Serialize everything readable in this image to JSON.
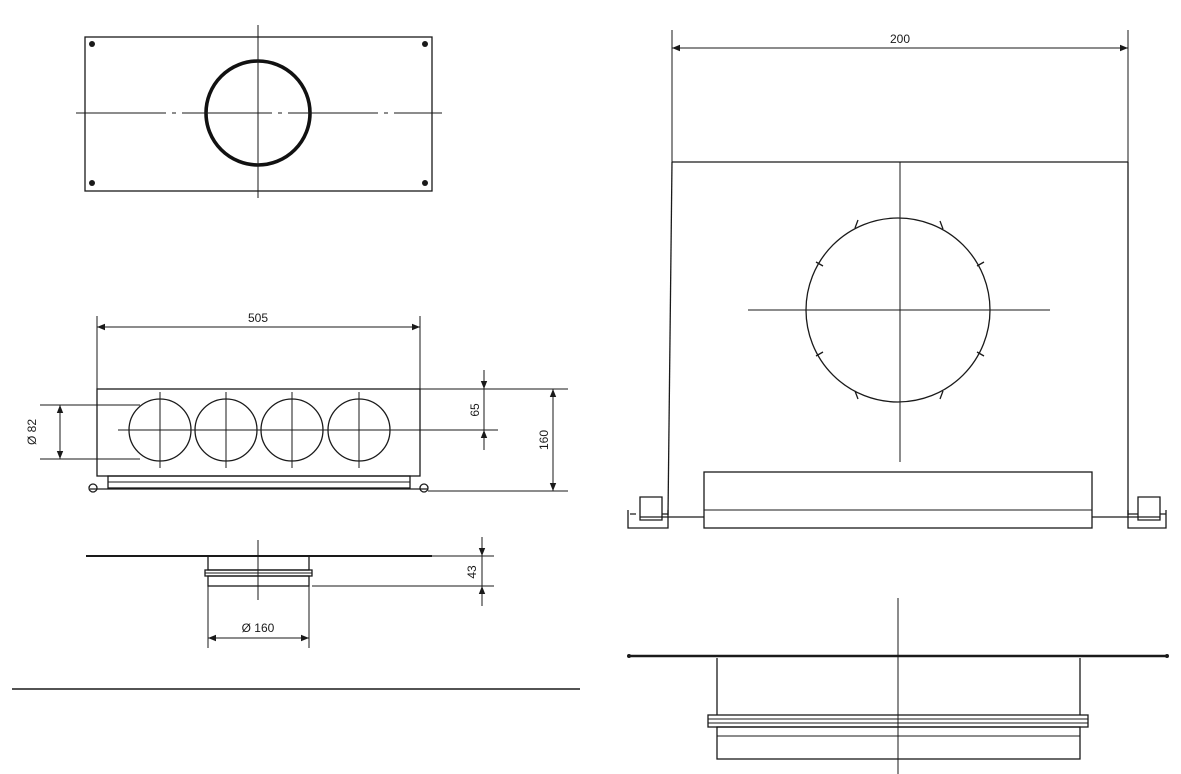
{
  "dimensions": {
    "width_front": "505",
    "height_front": "160",
    "spigot_spacing": "65",
    "spigot_diameter": "Ø 82",
    "collar_height": "43",
    "collar_diameter": "Ø 160",
    "side_width": "200"
  }
}
